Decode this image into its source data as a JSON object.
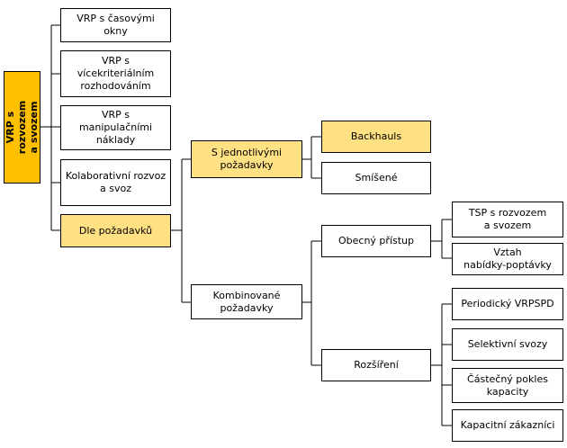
{
  "root": {
    "label": "VRP s rozvozem\na svozem"
  },
  "level1": [
    {
      "label": "VRP s časovými okny"
    },
    {
      "label": "VRP s vícekriteriálním\nrozhodováním"
    },
    {
      "label": "VRP s manipulačními\nnáklady"
    },
    {
      "label": "Kolaborativní rozvoz\na svoz"
    },
    {
      "label": "Dle požadavků"
    }
  ],
  "level2": [
    {
      "label": "S jednotlivými\npožadavky"
    },
    {
      "label": "Kombinované\npožadavky"
    }
  ],
  "single": [
    {
      "label": "Backhauls"
    },
    {
      "label": "Smíšené"
    }
  ],
  "combined": [
    {
      "label": "Obecný přístup"
    },
    {
      "label": "Rozšíření"
    }
  ],
  "general": [
    {
      "label": "TSP s rozvozem\na svozem"
    },
    {
      "label": "Vztah\nnabídky-poptávky"
    }
  ],
  "extensions": [
    {
      "label": "Periodický VRPSPD"
    },
    {
      "label": "Selektivní svozy"
    },
    {
      "label": "Částečný pokles\nkapacity"
    },
    {
      "label": "Kapacitní zákazníci"
    }
  ],
  "colors": {
    "root": "#ffc000",
    "highlight": "#ffe082",
    "line": "#000000"
  }
}
